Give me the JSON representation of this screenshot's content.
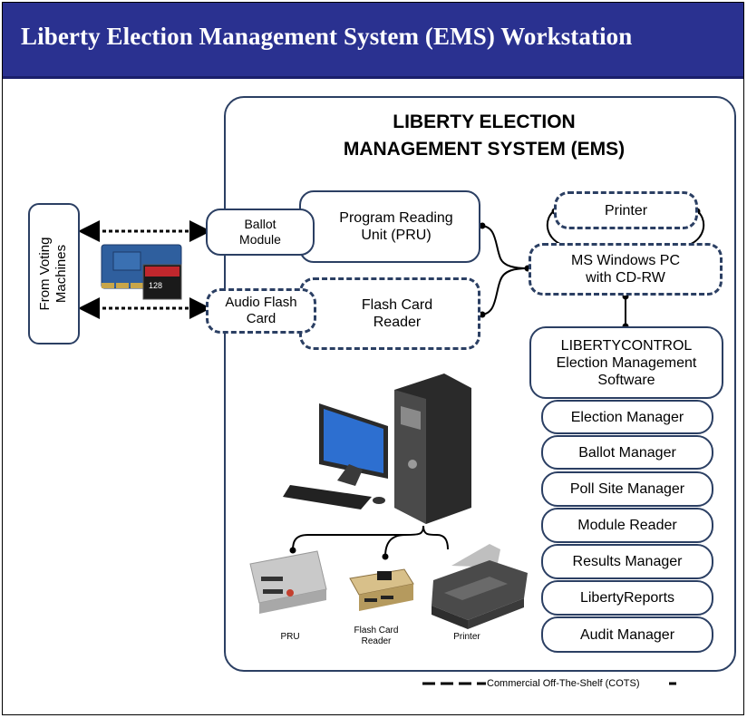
{
  "header": {
    "title": "Liberty Election Management System (EMS)  Workstation"
  },
  "ems": {
    "title_line1": "LIBERTY ELECTION",
    "title_line2": "MANAGEMENT SYSTEM (EMS)"
  },
  "source": {
    "label_line1": "From Voting",
    "label_line2": "Machines"
  },
  "left_boxes": {
    "ballot_module": [
      "Ballot",
      "Module"
    ],
    "audio_flash_card": [
      "Audio Flash",
      "Card"
    ]
  },
  "readers": {
    "pru": [
      "Program Reading",
      "Unit (PRU)"
    ],
    "flash_card_reader": [
      "Flash Card",
      "Reader"
    ]
  },
  "hardware": {
    "printer": "Printer",
    "pc": [
      "MS Windows PC",
      "with CD-RW"
    ]
  },
  "software": {
    "title": [
      "LIBERTYCONTROL",
      "Election Management",
      "Software"
    ],
    "modules": [
      "Election Manager",
      "Ballot Manager",
      "Poll Site Manager",
      "Module Reader",
      "Results Manager",
      "LibertyReports",
      "Audit Manager"
    ]
  },
  "photo_captions": {
    "pru": "PRU",
    "flash_card_reader": [
      "Flash Card",
      "Reader"
    ],
    "printer": "Printer"
  },
  "memory_card_label": "128",
  "legend": {
    "cots": "Commercial Off-The-Shelf (COTS)"
  },
  "colors": {
    "banner": "#2a3190",
    "outline": "#2b3f63",
    "module_blue": "#2f5f9e"
  }
}
